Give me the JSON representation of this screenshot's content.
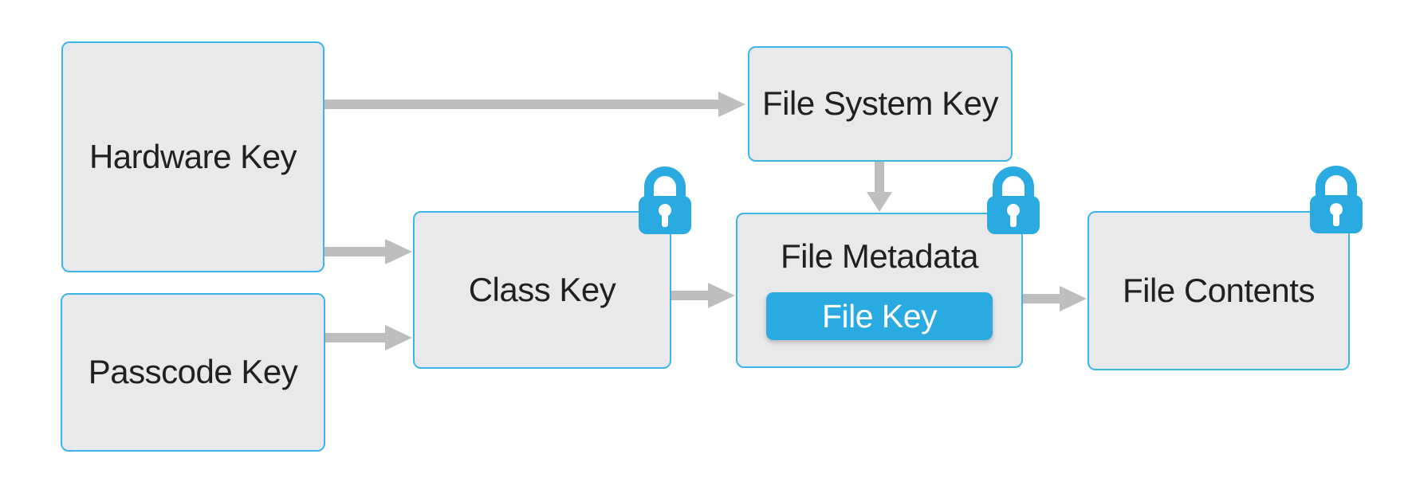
{
  "colors": {
    "accent_blue": "#29abe2",
    "border_blue": "#3db5e6",
    "box_fill": "#e8e9ea",
    "arrow_gray": "#bcbec0",
    "text_dark": "#231f20",
    "chip_text": "#ffffff",
    "background": "#ffffff"
  },
  "nodes": {
    "hardware_key": {
      "label": "Hardware Key",
      "locked": false
    },
    "passcode_key": {
      "label": "Passcode Key",
      "locked": false
    },
    "class_key": {
      "label": "Class Key",
      "locked": true
    },
    "file_system_key": {
      "label": "File System Key",
      "locked": false
    },
    "file_metadata": {
      "label": "File Metadata",
      "locked": true
    },
    "file_key": {
      "label": "File Key"
    },
    "file_contents": {
      "label": "File Contents",
      "locked": true
    }
  },
  "icons": {
    "lock": "padlock-locked"
  },
  "edges": [
    {
      "from": "Hardware Key",
      "to": "File System Key"
    },
    {
      "from": "Hardware Key",
      "to": "Class Key"
    },
    {
      "from": "Passcode Key",
      "to": "Class Key"
    },
    {
      "from": "Class Key",
      "to": "File Metadata"
    },
    {
      "from": "File System Key",
      "to": "File Metadata"
    },
    {
      "from": "File Metadata",
      "to": "File Contents"
    }
  ]
}
